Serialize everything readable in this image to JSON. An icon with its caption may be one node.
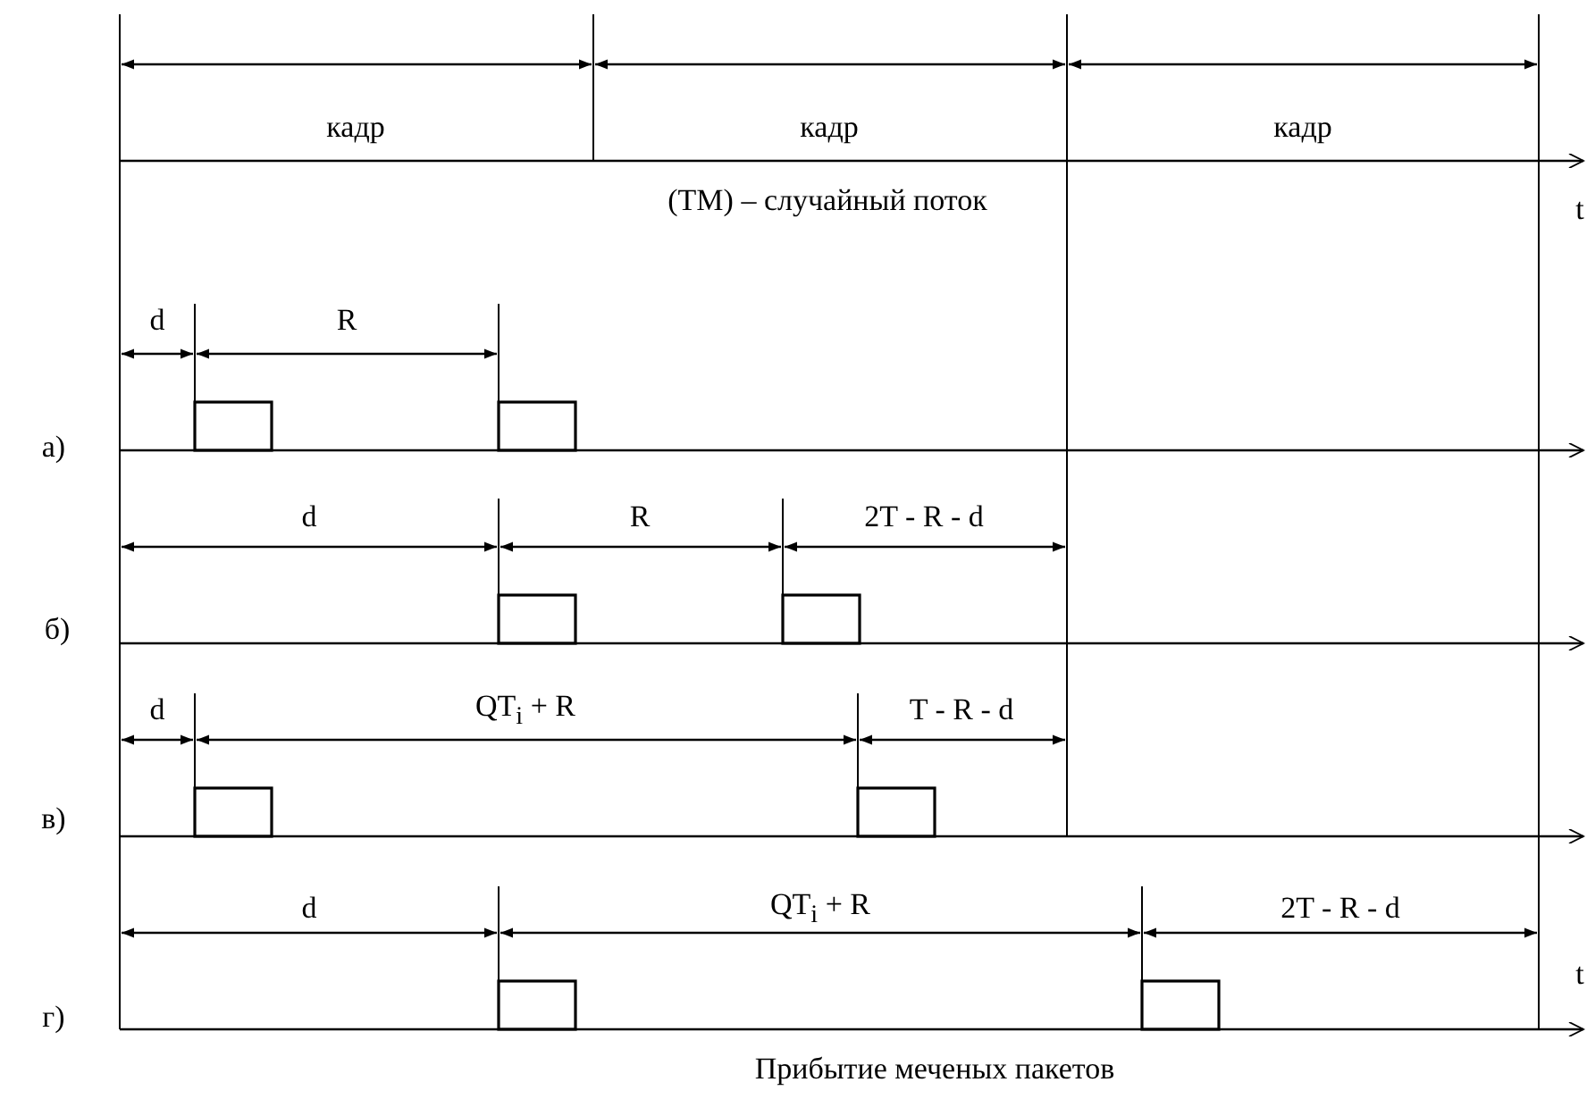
{
  "diagram": {
    "caption": "Прибытие меченых пакетов",
    "labels": [
      "кадр",
      "кадр",
      "кадр",
      "(TM) – случайный поток",
      "t",
      "d",
      "R",
      "а)",
      "d",
      "R",
      "2T - R - d",
      "б)",
      "d",
      "QT$_{i}$ + R",
      "T - R - d",
      "в)",
      "d",
      "QT$_{i}$ + R",
      "2T - R - d",
      "t",
      "г)"
    ]
  }
}
